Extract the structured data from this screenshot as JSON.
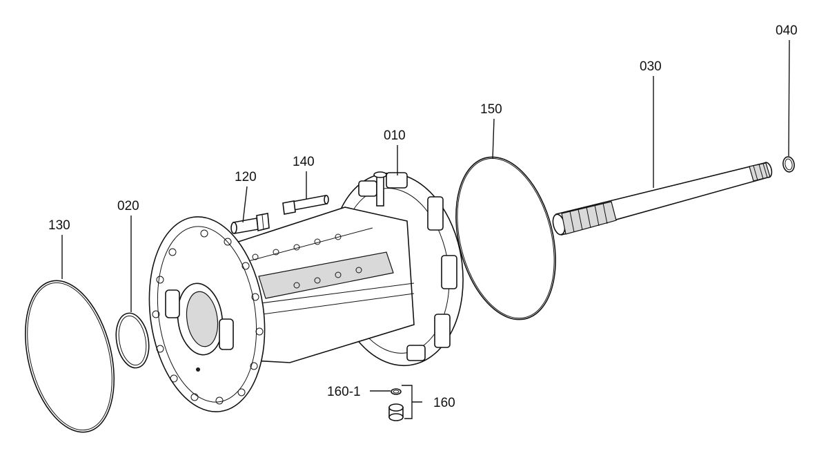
{
  "callouts": {
    "p010": "010",
    "p020": "020",
    "p030": "030",
    "p040": "040",
    "p120": "120",
    "p130": "130",
    "p140": "140",
    "p150": "150",
    "p160": "160",
    "p160_1": "160-1"
  },
  "parts": [
    {
      "id": "010",
      "name": "housing"
    },
    {
      "id": "020",
      "name": "o-ring small"
    },
    {
      "id": "030",
      "name": "axle shaft"
    },
    {
      "id": "040",
      "name": "retaining ring"
    },
    {
      "id": "120",
      "name": "bolt"
    },
    {
      "id": "130",
      "name": "o-ring large"
    },
    {
      "id": "140",
      "name": "bolt"
    },
    {
      "id": "150",
      "name": "gasket disc"
    },
    {
      "id": "160",
      "name": "plug assembly"
    },
    {
      "id": "160-1",
      "name": "seal ring"
    }
  ]
}
